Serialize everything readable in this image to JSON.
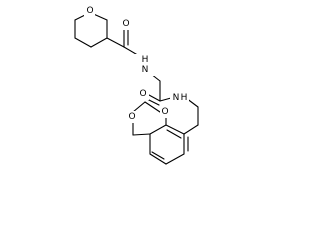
{
  "molecule": {
    "atoms": {
      "ring_o_top": "O",
      "carbonyl_o_top": "O",
      "amide_n_top": "N",
      "amide_h_top": "H",
      "carbonyl_o_mid": "O",
      "amide_n_mid": "N",
      "amide_h_mid": "H",
      "dioxin_o_upper": "O",
      "dioxin_o_lower": "O"
    }
  }
}
